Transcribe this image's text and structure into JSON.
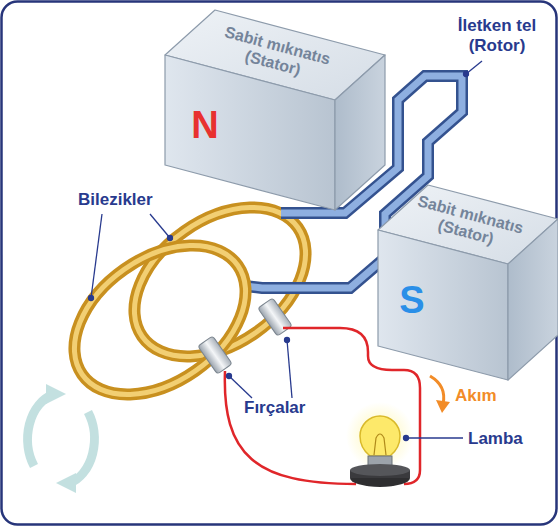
{
  "diagram": {
    "nodes": [
      {
        "text": [
          "Sabit mıknatıs (Stator)",
          "N"
        ]
      },
      {
        "text": [
          "Sabit mıknatıs (Stator)",
          "S"
        ]
      }
    ],
    "labels": [
      "İletken tel (Rotor)",
      "Bilezikler",
      "Fırçalar",
      "Akım",
      "Lamba"
    ]
  }
}
